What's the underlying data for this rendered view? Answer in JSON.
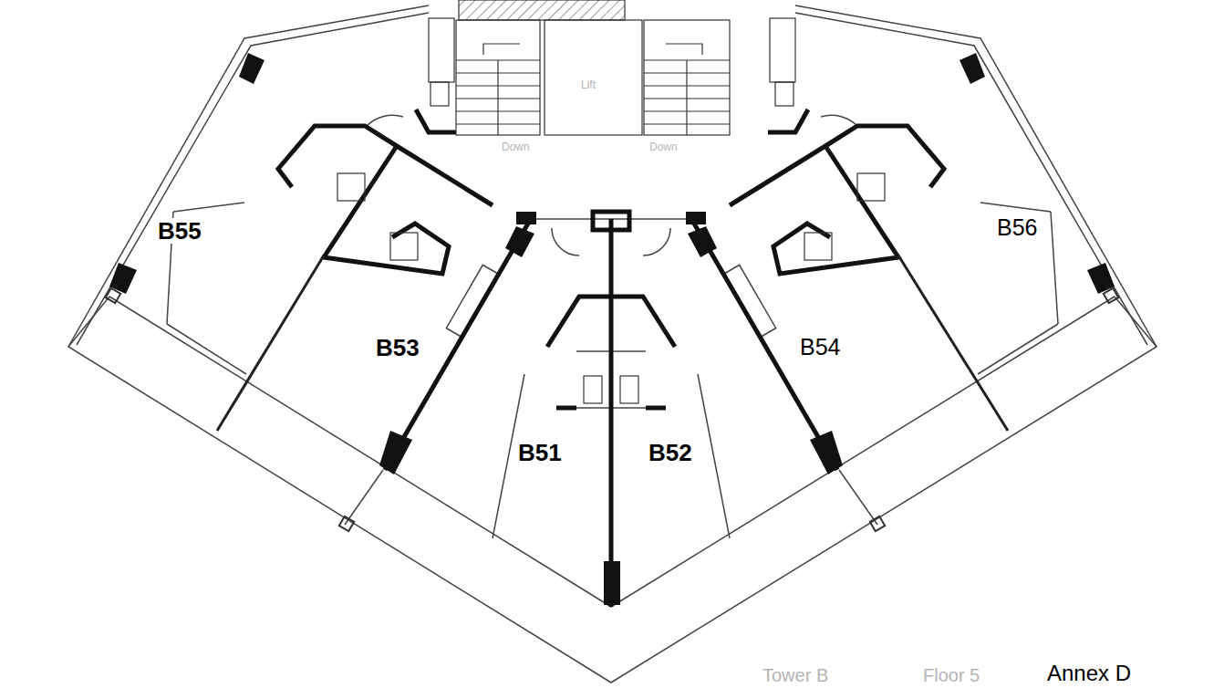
{
  "diagram": {
    "labels": [
      "Lift",
      "Down",
      "Down",
      "B55",
      "B56",
      "B53",
      "B54",
      "B51",
      "B52",
      "Tower B",
      "Floor 5",
      "Annex D"
    ]
  }
}
